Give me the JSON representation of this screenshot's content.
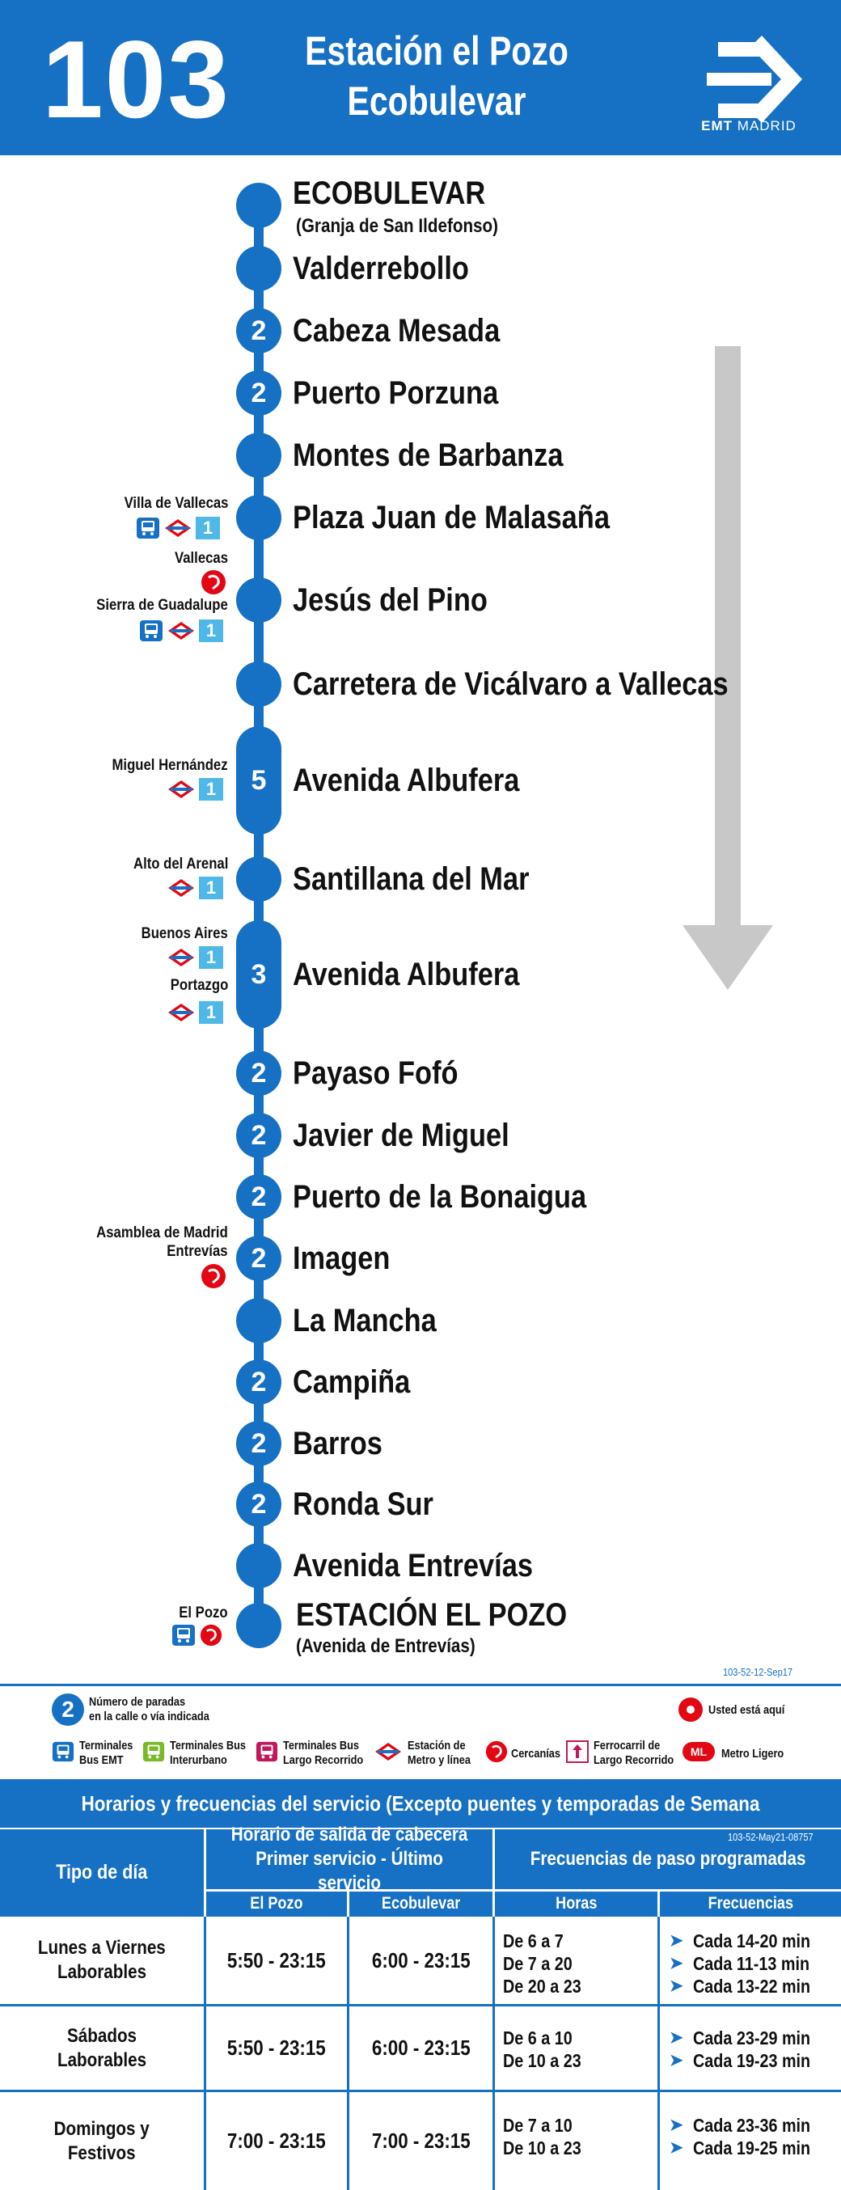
{
  "header": {
    "line": "103",
    "destination_1": "Estación el Pozo",
    "destination_2": "Ecobulevar",
    "brand_emt": "EMT",
    "brand_madrid": "MADRID"
  },
  "colors": {
    "brand_blue": "#1670c4",
    "arrow_gray": "#c8c8c8",
    "cercanias_red": "#e30613",
    "light_blue": "#4fb8e6"
  },
  "stops": [
    {
      "name": "ECOBULEVAR",
      "sub": "(Granja de San Ildefonso)",
      "badge": ""
    },
    {
      "name": "Valderrebollo",
      "badge": ""
    },
    {
      "name": "Cabeza Mesada",
      "badge": "2"
    },
    {
      "name": "Puerto Porzuna",
      "badge": "2"
    },
    {
      "name": "Montes de Barbanza",
      "badge": ""
    },
    {
      "name": "Plaza Juan de Malasaña",
      "badge": ""
    },
    {
      "name": "Jesús del Pino",
      "badge": ""
    },
    {
      "name": "Carretera de Vicálvaro a Vallecas",
      "badge": ""
    },
    {
      "name": "Avenida Albufera",
      "badge": "5"
    },
    {
      "name": "Santillana del Mar",
      "badge": ""
    },
    {
      "name": "Avenida Albufera",
      "badge": "3"
    },
    {
      "name": "Payaso Fofó",
      "badge": "2"
    },
    {
      "name": "Javier de Miguel",
      "badge": "2"
    },
    {
      "name": "Puerto de la Bonaigua",
      "badge": "2"
    },
    {
      "name": "Imagen",
      "badge": "2"
    },
    {
      "name": "La Mancha",
      "badge": ""
    },
    {
      "name": "Campiña",
      "badge": "2"
    },
    {
      "name": "Barros",
      "badge": "2"
    },
    {
      "name": "Ronda Sur",
      "badge": "2"
    },
    {
      "name": "Avenida Entrevías",
      "badge": ""
    },
    {
      "name": "ESTACIÓN EL POZO",
      "sub": "(Avenida de Entrevías)",
      "badge": ""
    }
  ],
  "connections": {
    "villa_vallecas": {
      "label": "Villa de Vallecas",
      "metro_line": "1"
    },
    "vallecas": {
      "label": "Vallecas"
    },
    "sierra_guadalupe": {
      "label": "Sierra de Guadalupe",
      "metro_line": "1"
    },
    "miguel_hernandez": {
      "label": "Miguel Hernández",
      "metro_line": "1"
    },
    "alto_arenal": {
      "label": "Alto del Arenal",
      "metro_line": "1"
    },
    "buenos_aires": {
      "label": "Buenos Aires",
      "metro_line": "1"
    },
    "portazgo": {
      "label": "Portazgo",
      "metro_line": "1"
    },
    "asamblea": {
      "label_1": "Asamblea de Madrid",
      "label_2": "Entrevías"
    },
    "el_pozo": {
      "label": "El Pozo"
    }
  },
  "codes": {
    "route_code": "103-52-12-Sep17",
    "schedule_code": "103-52-May21-08757"
  },
  "legend": {
    "stops_number": "2",
    "stops_text_1": "Número de paradas",
    "stops_text_2": "en la calle o vía indicada",
    "you_are_here": "Usted está aquí",
    "emt_1": "Terminales",
    "emt_2": "Bus EMT",
    "interurban_1": "Terminales Bus",
    "interurban_2": "Interurbano",
    "long_1": "Terminales Bus",
    "long_2": "Largo Recorrido",
    "metro_1": "Estación de",
    "metro_2": "Metro y línea",
    "cercanias": "Cercanías",
    "rail_1": "Ferrocarril de",
    "rail_2": "Largo Recorrido",
    "light_rail": "Metro Ligero",
    "ml_icon": "ML"
  },
  "schedule": {
    "title": "Horarios y frecuencias del servicio (Excepto puentes y temporadas de Semana Santa y Verano)",
    "col_day_type": "Tipo de día",
    "col_departure_1": "Horario de salida de cabecera",
    "col_departure_2": "Primer servicio - Último servicio",
    "col_freq": "Frecuencias de paso programadas",
    "sub_el_pozo": "El Pozo",
    "sub_ecobulevar": "Ecobulevar",
    "sub_hours": "Horas",
    "sub_freqs": "Frecuencias",
    "rows": [
      {
        "day_1": "Lunes a Viernes",
        "day_2": "Laborables",
        "el_pozo": "5:50 - 23:15",
        "ecobulevar": "6:00 - 23:15",
        "hours": [
          "De 6 a 7",
          "De 7 a 20",
          "De 20 a 23"
        ],
        "freqs": [
          "Cada 14-20 min",
          "Cada 11-13 min",
          "Cada 13-22 min"
        ]
      },
      {
        "day_1": "Sábados",
        "day_2": "Laborables",
        "el_pozo": "5:50 - 23:15",
        "ecobulevar": "6:00 - 23:15",
        "hours": [
          "De 6 a 10",
          "De 10 a 23"
        ],
        "freqs": [
          "Cada 23-29 min",
          "Cada 19-23 min"
        ]
      },
      {
        "day_1": "Domingos y",
        "day_2": "Festivos",
        "el_pozo": "7:00 - 23:15",
        "ecobulevar": "7:00 - 23:15",
        "hours": [
          "De 7 a 10",
          "De 10 a 23"
        ],
        "freqs": [
          "Cada 23-36 min",
          "Cada 19-25 min"
        ]
      }
    ]
  }
}
